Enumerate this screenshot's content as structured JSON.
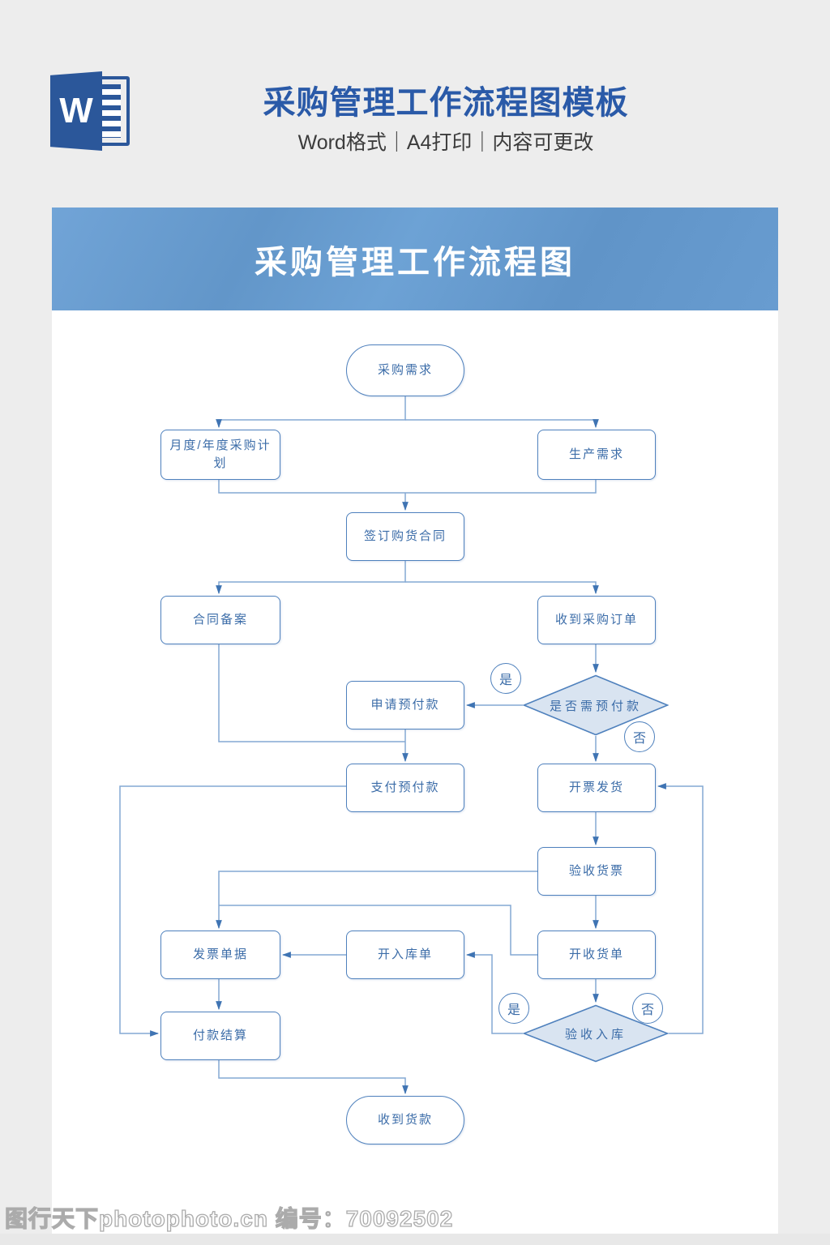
{
  "header": {
    "word_letter": "W",
    "title": "采购管理工作流程图模板",
    "subtitle": "Word格式｜A4打印｜内容可更改"
  },
  "banner": {
    "title": "采购管理工作流程图"
  },
  "flowchart": {
    "nodes": {
      "start": "采购需求",
      "plan": "月度/年度采购计划",
      "production": "生产需求",
      "contract": "签订购货合同",
      "filing": "合同备案",
      "order": "收到采购订单",
      "need_prepay": "是否需预付款",
      "apply_prepay": "申请预付款",
      "pay_prepay": "支付预付款",
      "invoice_ship": "开票发货",
      "check_invoice": "验收货票",
      "invoice_docs": "发票单据",
      "warehouse_entry": "开入库单",
      "goods_receipt": "开收货单",
      "inspect_store": "验收入库",
      "settlement": "付款结算",
      "end": "收到货款",
      "yes": "是",
      "no": "否"
    },
    "edges": [
      {
        "from": "采购需求",
        "to": "月度/年度采购计划"
      },
      {
        "from": "采购需求",
        "to": "生产需求"
      },
      {
        "from": "月度/年度采购计划",
        "to": "签订购货合同"
      },
      {
        "from": "生产需求",
        "to": "签订购货合同"
      },
      {
        "from": "签订购货合同",
        "to": "合同备案"
      },
      {
        "from": "签订购货合同",
        "to": "收到采购订单"
      },
      {
        "from": "收到采购订单",
        "to": "是否需预付款"
      },
      {
        "from": "是否需预付款",
        "to": "申请预付款",
        "label": "是"
      },
      {
        "from": "是否需预付款",
        "to": "开票发货",
        "label": "否"
      },
      {
        "from": "合同备案",
        "to": "支付预付款"
      },
      {
        "from": "申请预付款",
        "to": "支付预付款"
      },
      {
        "from": "支付预付款",
        "to": "付款结算"
      },
      {
        "from": "开票发货",
        "to": "验收货票"
      },
      {
        "from": "验收货票",
        "to": "发票单据"
      },
      {
        "from": "验收货票",
        "to": "开收货单"
      },
      {
        "from": "开收货单",
        "to": "发票单据"
      },
      {
        "from": "开收货单",
        "to": "验收入库"
      },
      {
        "from": "验收入库",
        "to": "开入库单",
        "label": "是"
      },
      {
        "from": "验收入库",
        "to": "开票发货",
        "label": "否"
      },
      {
        "from": "开入库单",
        "to": "发票单据"
      },
      {
        "from": "发票单据",
        "to": "付款结算"
      },
      {
        "from": "付款结算",
        "to": "收到货款"
      }
    ]
  },
  "colors": {
    "accent_border": "#4f81bd",
    "node_text": "#3b6ca8",
    "connector": "#84a9d3",
    "arrowhead": "#3f74b3",
    "diamond_fill": "#d9e4f1",
    "banner_blue": "#6598cb",
    "word_blue": "#2b579a",
    "page_bg": "#ededed"
  },
  "footer": {
    "watermark": "图行天下photophoto.cn 编号：70092502"
  }
}
